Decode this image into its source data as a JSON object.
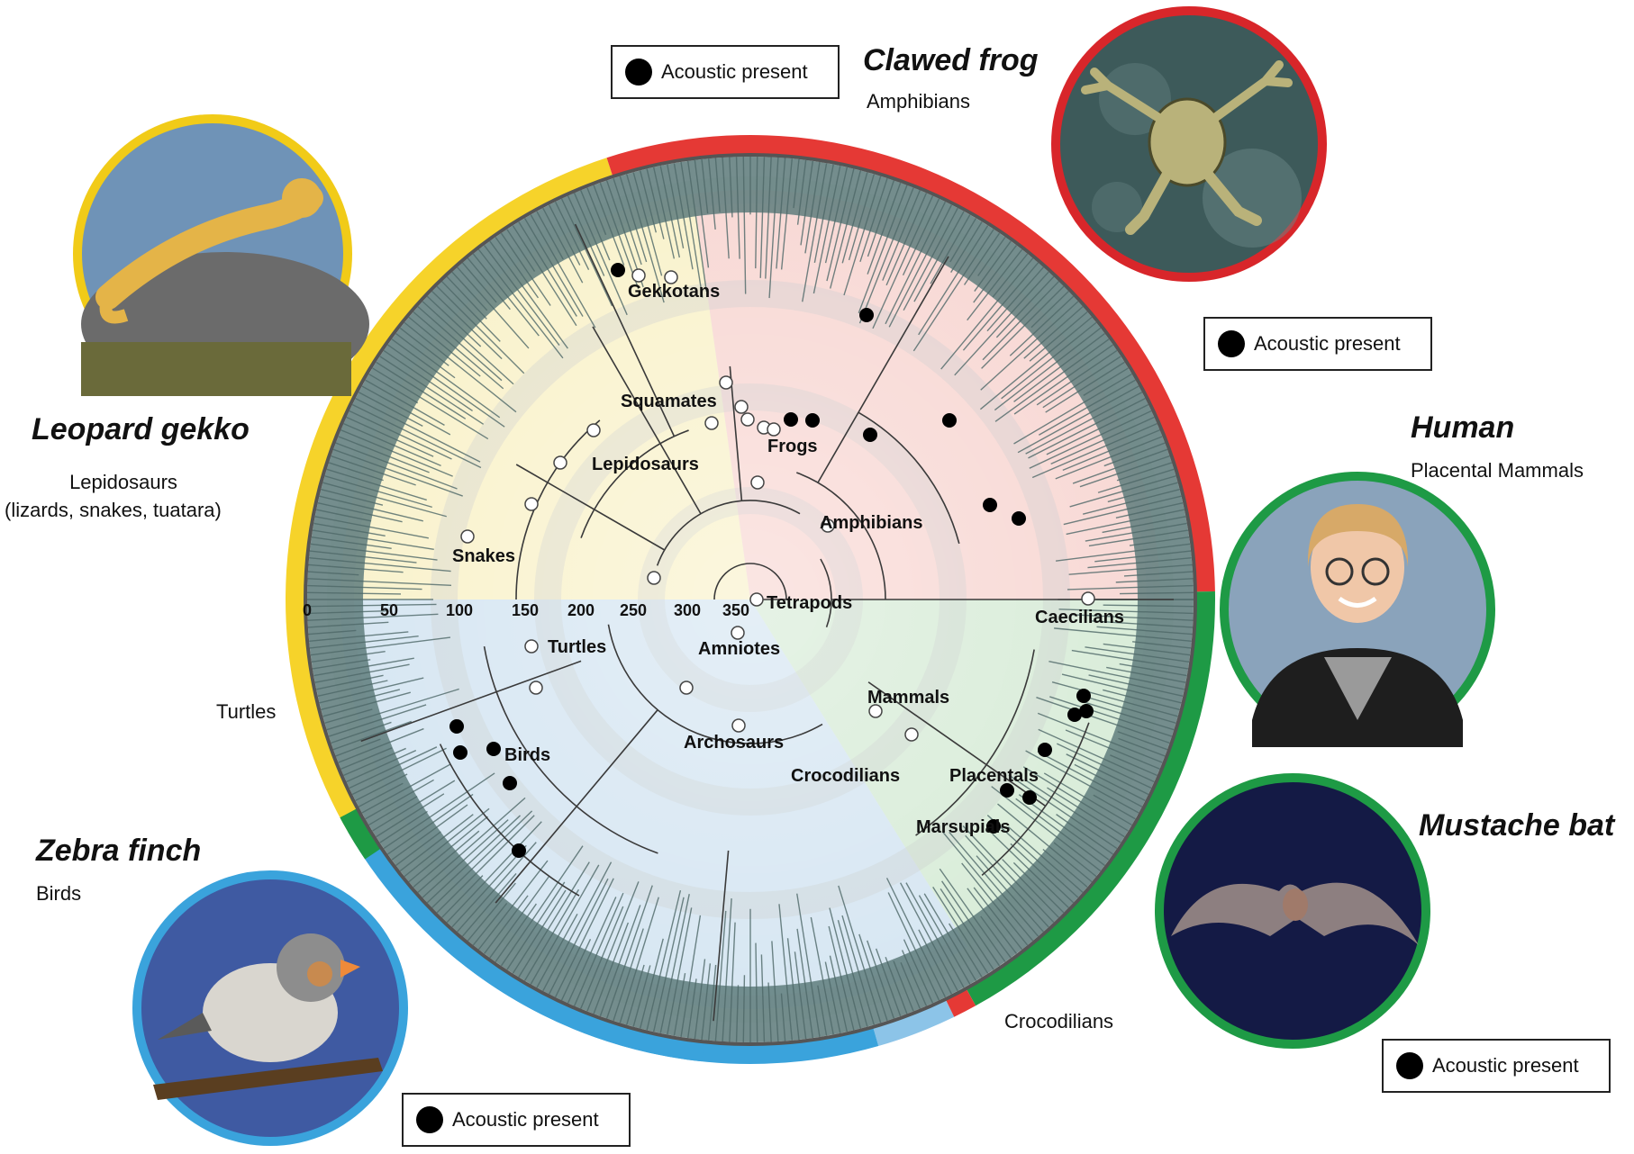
{
  "legend": {
    "acoustic_label": "Acoustic present"
  },
  "clades": {
    "gekkotans": "Gekkotans",
    "squamates": "Squamates",
    "lepidosaurs": "Lepidosaurs",
    "snakes": "Snakes",
    "frogs": "Frogs",
    "amphibians": "Amphibians",
    "tetrapods": "Tetrapods",
    "caecilians": "Caecilians",
    "amniotes": "Amniotes",
    "turtles": "Turtles",
    "birds": "Birds",
    "archosaurs": "Archosaurs",
    "crocodilians": "Crocodilians",
    "mammals": "Mammals",
    "placentals": "Placentals",
    "marsupials": "Marsupials"
  },
  "time_ticks": [
    "0",
    "50",
    "100",
    "150",
    "200",
    "250",
    "300",
    "350"
  ],
  "species": {
    "frog": {
      "name": "Clawed frog",
      "group": "Amphibians"
    },
    "gekko": {
      "name": "Leopard gekko",
      "group": "Lepidosaurs",
      "group_detail": "(lizards, snakes, tuatara)"
    },
    "human": {
      "name": "Human",
      "group": "Placental Mammals"
    },
    "bat": {
      "name": "Mustache bat"
    },
    "finch": {
      "name": "Zebra finch",
      "group": "Birds"
    }
  },
  "outer_labels": {
    "turtles": "Turtles",
    "crocodilians": "Crocodilians"
  },
  "colors": {
    "lepidosaurs": "#f6d32a",
    "amphibians": "#e53935",
    "mammals": "#1e9a45",
    "birds": "#3aa3dc",
    "crocodilians": "#8cc4e8",
    "turtles": "#1e9a45"
  }
}
